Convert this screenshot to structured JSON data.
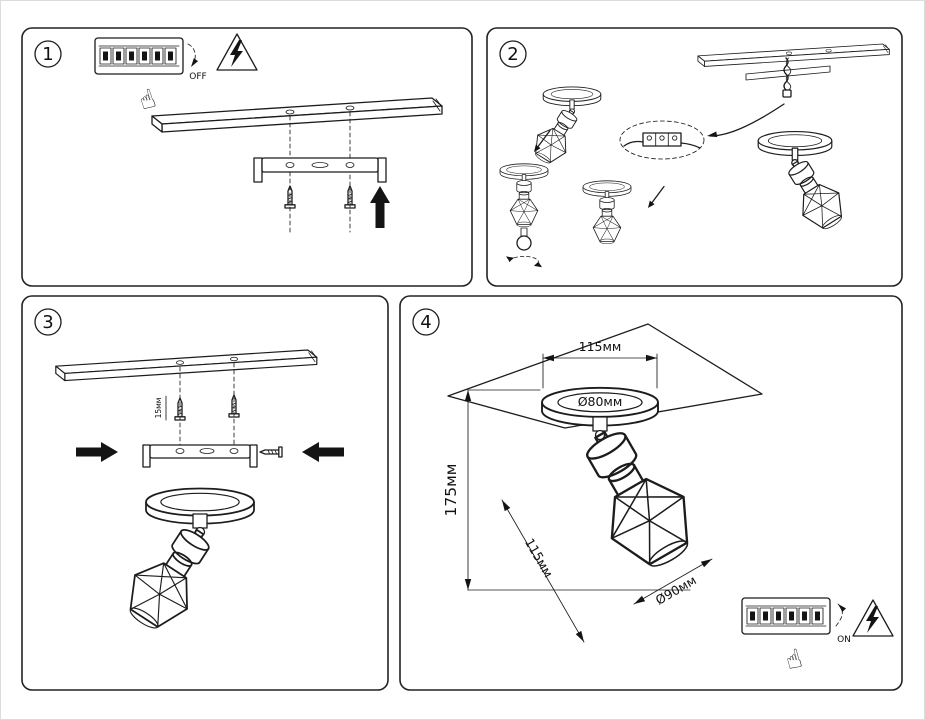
{
  "icons": {
    "pointing_hand": "☝",
    "warning": "electric-shock-warning-triangle"
  },
  "panels": {
    "p1": {
      "number": "1",
      "switch_state": "OFF"
    },
    "p2": {
      "number": "2"
    },
    "p3": {
      "number": "3",
      "screw_dim": "15мм"
    },
    "p4": {
      "number": "4",
      "switch_state": "ON",
      "dim_width": "115мм",
      "dim_canopy": "Ø80мм",
      "dim_height": "175мм",
      "dim_projection": "115мм",
      "dim_shade": "Ø90мм"
    }
  }
}
